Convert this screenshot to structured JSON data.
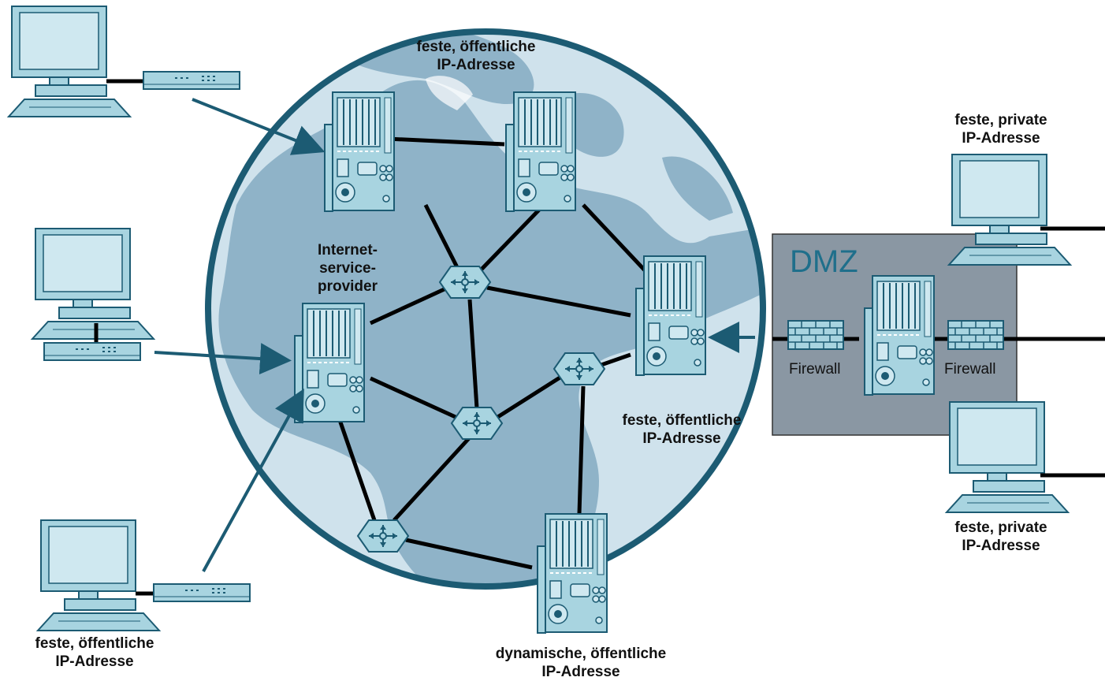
{
  "labels": {
    "top_server": [
      "feste, öffentliche",
      "IP-Adresse"
    ],
    "isp": [
      "Internet-",
      "service-",
      "provider"
    ],
    "right_server": [
      "feste, öffentliche",
      "IP-Adresse"
    ],
    "bottom_server": [
      "dynamische, öffentliche",
      "IP-Adresse"
    ],
    "bottom_left_pc": [
      "feste, öffentliche",
      "IP-Adresse"
    ],
    "top_right_pc": [
      "feste, private",
      "IP-Adresse"
    ],
    "bottom_right_pc": [
      "feste, private",
      "IP-Adresse"
    ]
  },
  "dmz": {
    "title": "DMZ",
    "firewall_left": "Firewall",
    "firewall_right": "Firewall"
  },
  "colors": {
    "device_fill": "#a8d4e0",
    "device_stroke": "#1c5b73",
    "globe_water": "#cfe2ec",
    "globe_land": "#8fb3c8",
    "globe_rim": "#1c5b73",
    "arrow": "#1c5b73",
    "dmz_fill": "#8a97a3"
  }
}
